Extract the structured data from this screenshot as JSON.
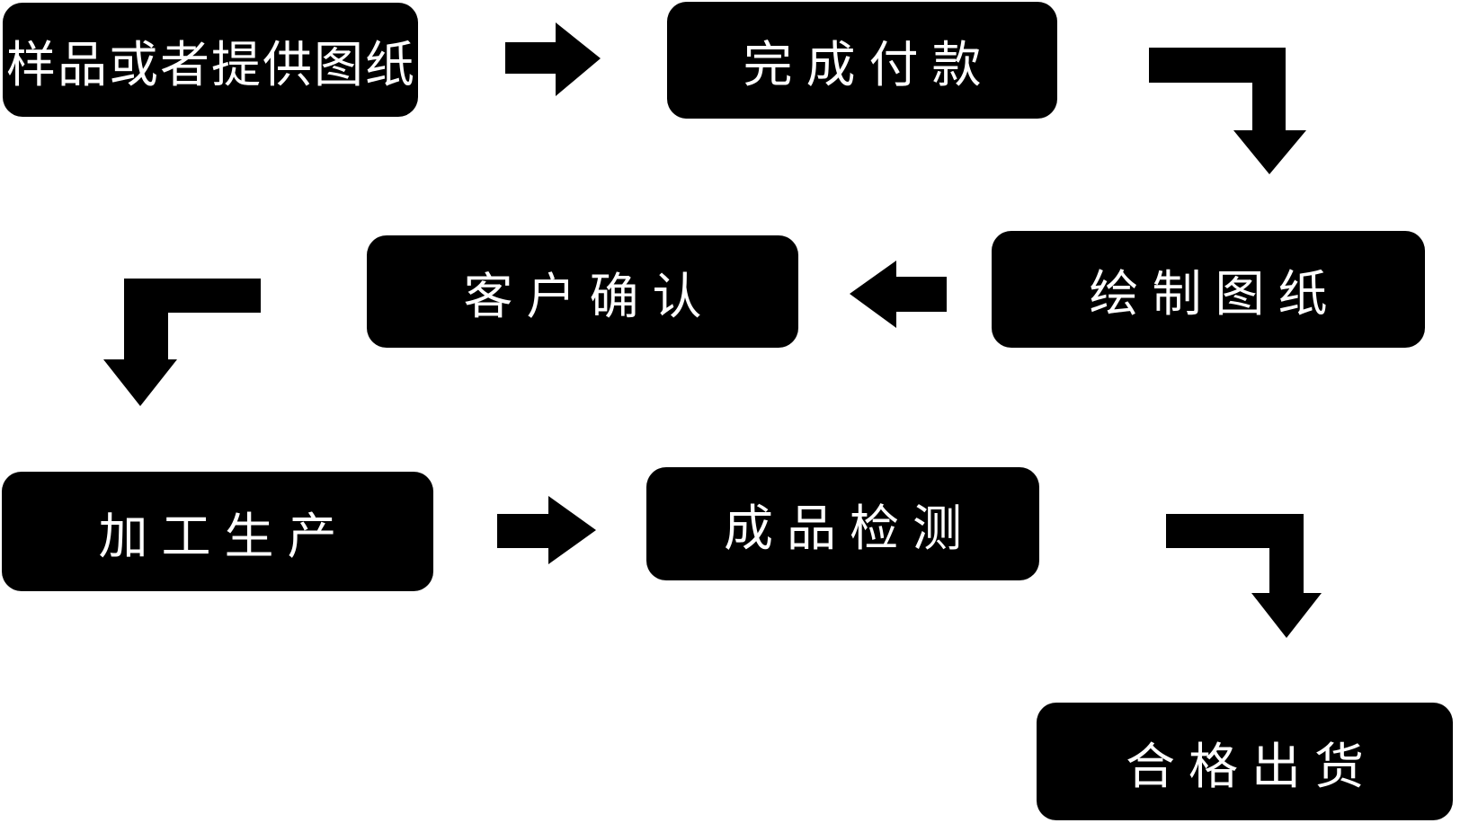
{
  "flowchart": {
    "title": "production-process-flowchart",
    "background_color": "#ffffff",
    "node_color": "#000000",
    "text_color": "#ffffff",
    "nodes": [
      {
        "id": "sample-or-drawing",
        "label": "样品或者提供图纸"
      },
      {
        "id": "payment",
        "label": "完成付款"
      },
      {
        "id": "customer-confirm",
        "label": "客户确认"
      },
      {
        "id": "draw-drawing",
        "label": "绘制图纸"
      },
      {
        "id": "production",
        "label": "加工生产"
      },
      {
        "id": "inspection",
        "label": "成品检测"
      },
      {
        "id": "shipment",
        "label": "合格出货"
      }
    ],
    "edges": [
      {
        "from": "样品或者提供图纸",
        "to": "完成付款",
        "direction": "right"
      },
      {
        "from": "完成付款",
        "to": "绘制图纸",
        "direction": "right-then-down"
      },
      {
        "from": "绘制图纸",
        "to": "客户确认",
        "direction": "left"
      },
      {
        "from": "客户确认",
        "to": "加工生产",
        "direction": "left-then-down"
      },
      {
        "from": "加工生产",
        "to": "成品检测",
        "direction": "right"
      },
      {
        "from": "成品检测",
        "to": "合格出货",
        "direction": "right-then-down"
      }
    ]
  }
}
